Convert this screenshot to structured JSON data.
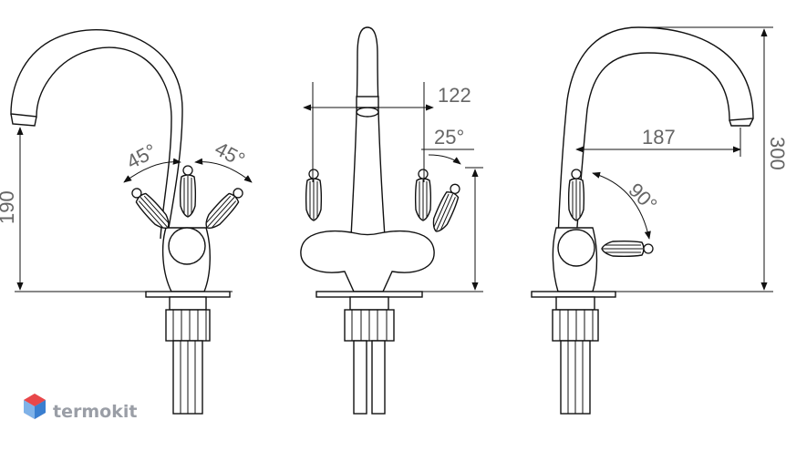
{
  "dimensions": {
    "height_left": "190",
    "angle_left": "45°",
    "angle_right": "45°",
    "width_front": "122",
    "angle_front": "25°",
    "reach_side": "187",
    "height_total": "300",
    "angle_side": "90°"
  },
  "logo": {
    "text": "termokit"
  },
  "colors": {
    "line": "#111111",
    "dimension_text": "#666666",
    "logo_red": "#e8474a",
    "logo_blue": "#3a7fd0"
  }
}
